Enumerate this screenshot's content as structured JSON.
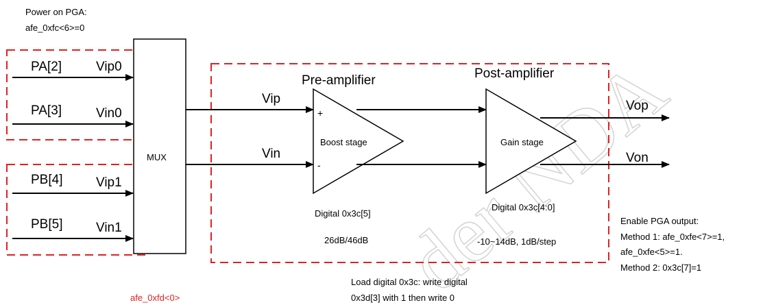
{
  "power_note": {
    "line1": "Power on PGA:",
    "line2": "afe_0xfc<6>=0"
  },
  "inputs": {
    "group_a": [
      {
        "pin": "PA[2]",
        "signal": "Vip0"
      },
      {
        "pin": "PA[3]",
        "signal": "Vin0"
      }
    ],
    "group_b": [
      {
        "pin": "PB[4]",
        "signal": "Vip1"
      },
      {
        "pin": "PB[5]",
        "signal": "Vin1"
      }
    ]
  },
  "mux": {
    "label": "MUX",
    "select_reg": "afe_0xfd<0>"
  },
  "mux_outputs": {
    "vip": "Vip",
    "vin": "Vin"
  },
  "pre_amplifier": {
    "title": "Pre-amplifier",
    "plus": "+",
    "minus": "-",
    "stage_label": "Boost stage",
    "control": "Digital 0x3c[5]",
    "gain": "26dB/46dB"
  },
  "post_amplifier": {
    "title": "Post-amplifier",
    "stage_label": "Gain stage",
    "control": "Digital 0x3c[4:0]",
    "gain": "-10~14dB, 1dB/step"
  },
  "outputs": {
    "vop": "Vop",
    "von": "Von"
  },
  "load_note": {
    "line1": "Load digital 0x3c: write digital",
    "line2": "0x3d[3] with 1 then write 0"
  },
  "enable_note": {
    "line1": "Enable PGA output:",
    "line2": "Method 1: afe_0xfe<7>=1,",
    "line3": "afe_0xfe<5>=1.",
    "line4": "Method 2: 0x3c[7]=1"
  },
  "watermark": "der NDA",
  "colors": {
    "dashed_border": "#e02020",
    "mux_select_text": "#e02020",
    "line": "#000000"
  }
}
